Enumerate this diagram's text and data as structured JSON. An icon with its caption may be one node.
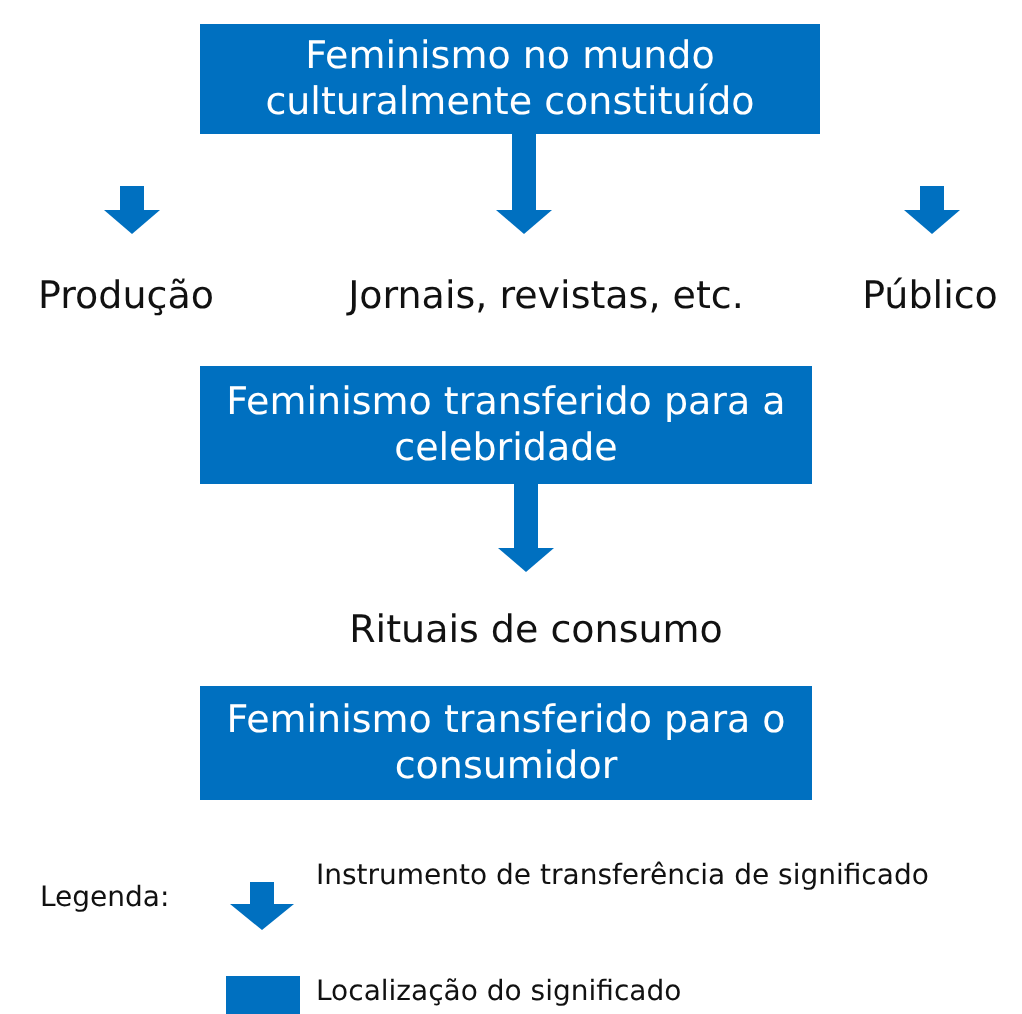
{
  "diagram": {
    "nodes": [
      {
        "text": [
          "Feminismo no mundo culturalmente constituído"
        ]
      },
      {
        "text": [
          "Produção"
        ]
      },
      {
        "text": [
          "Jornais, revistas, etc."
        ]
      },
      {
        "text": [
          "Público"
        ]
      },
      {
        "text": [
          "Feminismo transferido para a celebridade"
        ]
      },
      {
        "text": [
          "Rituais de consumo"
        ]
      },
      {
        "text": [
          "Feminismo transferido para o consumidor"
        ]
      }
    ],
    "edges": [
      {
        "from": null,
        "to": 1,
        "arrow": "to"
      },
      {
        "from": 0,
        "to": 2,
        "arrow": "to"
      },
      {
        "from": null,
        "to": 3,
        "arrow": "to"
      },
      {
        "from": 4,
        "to": 5,
        "arrow": "to"
      }
    ],
    "labels": [
      "Legenda:"
    ],
    "legend": [
      {
        "text": "Instrumento de transferência de significado"
      },
      {
        "text": "Localização do significado",
        "color": "#0070c0"
      }
    ]
  }
}
